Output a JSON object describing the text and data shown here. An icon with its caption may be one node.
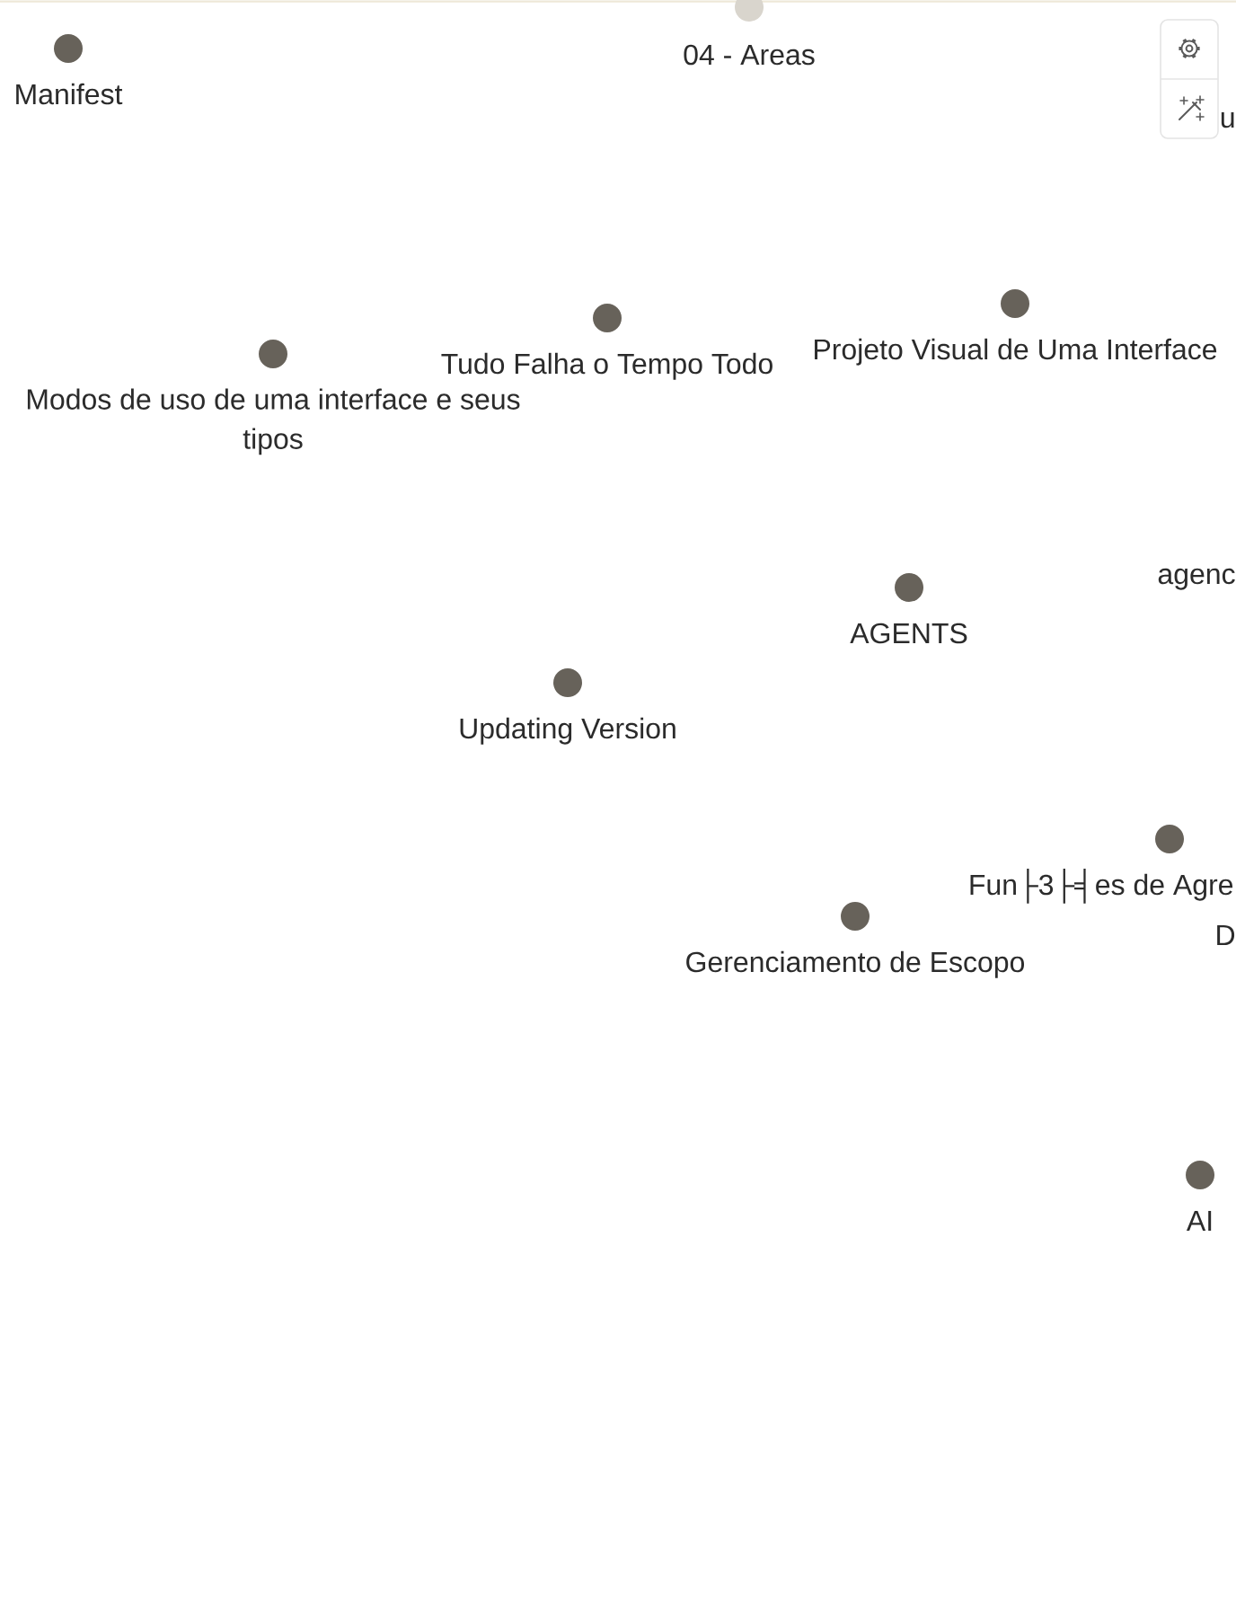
{
  "diagram": {
    "nodes": [
      {
        "text": [
          "Manifest"
        ]
      },
      {
        "text": [
          "04 - Areas"
        ]
      },
      {
        "text": [
          "Modos de uso de uma interface e seus tipos"
        ]
      },
      {
        "text": [
          "Tudo Falha o Tempo Todo"
        ]
      },
      {
        "text": [
          "Projeto Visual de Uma Interface"
        ]
      },
      {
        "text": [
          "AGENTS"
        ]
      },
      {
        "text": [
          "Updating Version"
        ]
      },
      {
        "text": [
          "Fun├3├╡es de Agre"
        ]
      },
      {
        "text": [
          "Gerenciamento de Escopo"
        ]
      },
      {
        "text": [
          "AI"
        ]
      }
    ],
    "labels": [
      "u",
      "agenc",
      "D"
    ]
  }
}
